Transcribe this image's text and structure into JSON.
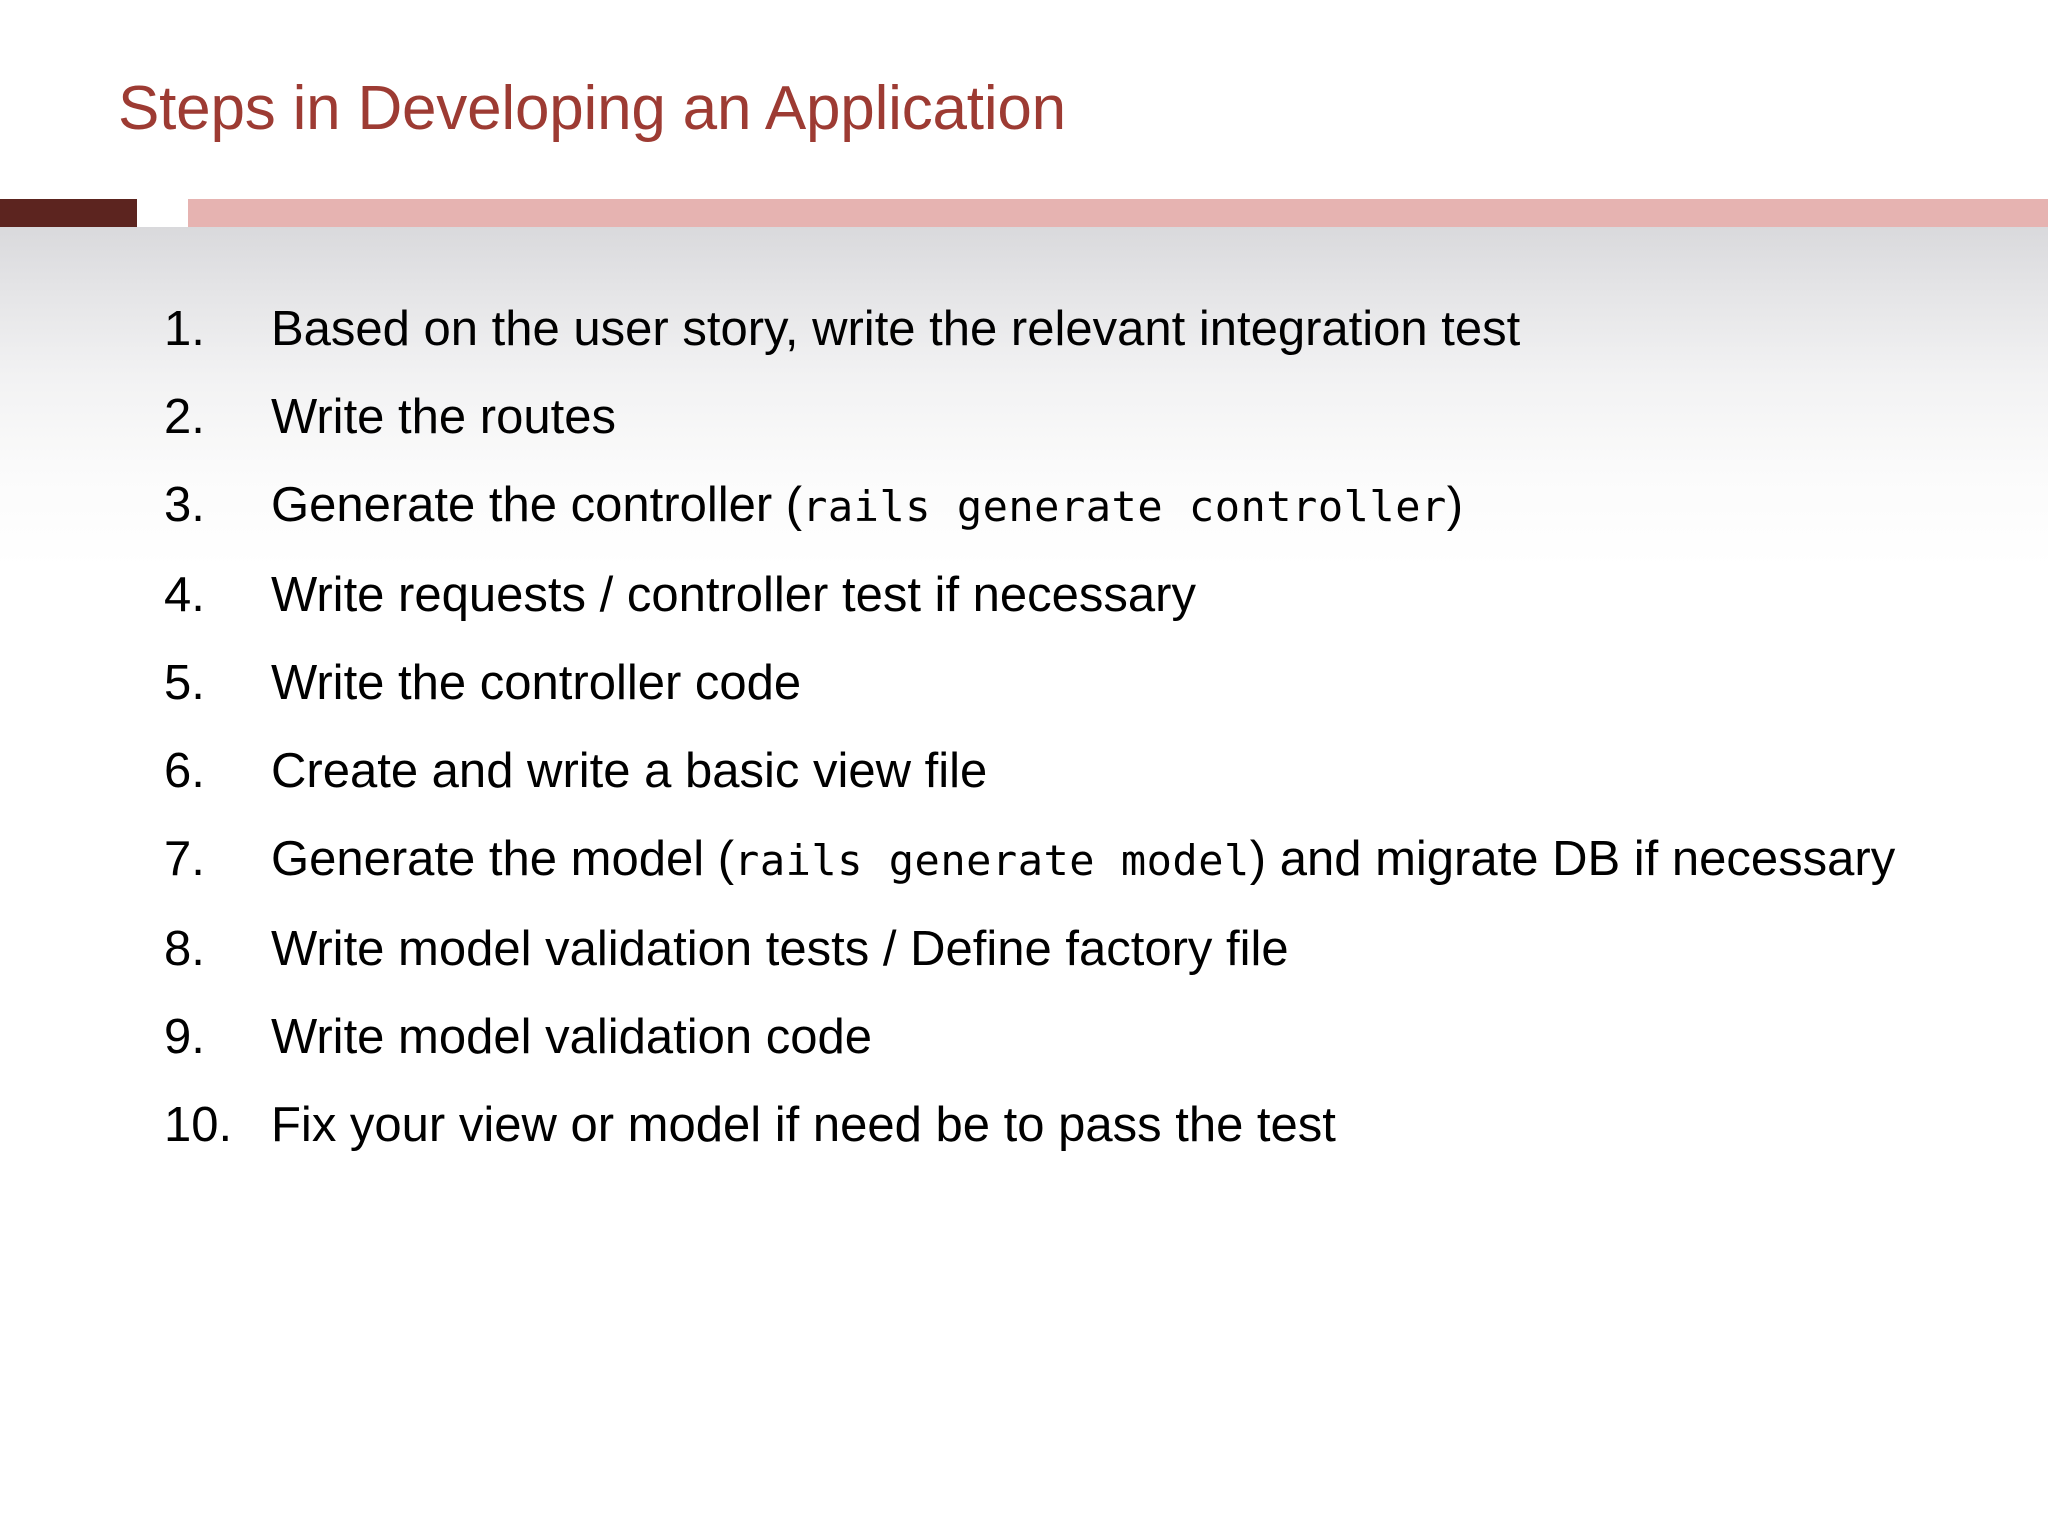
{
  "slide": {
    "title": "Steps in Developing an Application",
    "title_color": "#9d3b33",
    "accent_dark_color": "#5c241f",
    "accent_light_color": "#e6b3b1",
    "body_text_color": "#000000"
  },
  "steps": [
    {
      "number": "1.",
      "parts": [
        {
          "type": "text",
          "value": "Based on the user story, write the relevant integration test"
        }
      ]
    },
    {
      "number": "2.",
      "parts": [
        {
          "type": "text",
          "value": "Write the routes"
        }
      ]
    },
    {
      "number": "3.",
      "parts": [
        {
          "type": "text",
          "value": "Generate the controller ("
        },
        {
          "type": "code",
          "value": "rails generate controller"
        },
        {
          "type": "text",
          "value": ")"
        }
      ]
    },
    {
      "number": "4.",
      "parts": [
        {
          "type": "text",
          "value": "Write requests / controller test if necessary"
        }
      ]
    },
    {
      "number": "5.",
      "parts": [
        {
          "type": "text",
          "value": "Write the controller code"
        }
      ]
    },
    {
      "number": "6.",
      "parts": [
        {
          "type": "text",
          "value": "Create and write a basic view file"
        }
      ]
    },
    {
      "number": "7.",
      "parts": [
        {
          "type": "text",
          "value": "Generate the model ("
        },
        {
          "type": "code",
          "value": "rails generate model"
        },
        {
          "type": "text",
          "value": ") and migrate DB if necessary"
        }
      ]
    },
    {
      "number": "8.",
      "parts": [
        {
          "type": "text",
          "value": "Write model validation tests / Define factory file"
        }
      ]
    },
    {
      "number": "9.",
      "parts": [
        {
          "type": "text",
          "value": "Write model validation code"
        }
      ]
    },
    {
      "number": "10.",
      "parts": [
        {
          "type": "text",
          "value": "Fix your view or model if need be to pass the test"
        }
      ]
    }
  ]
}
